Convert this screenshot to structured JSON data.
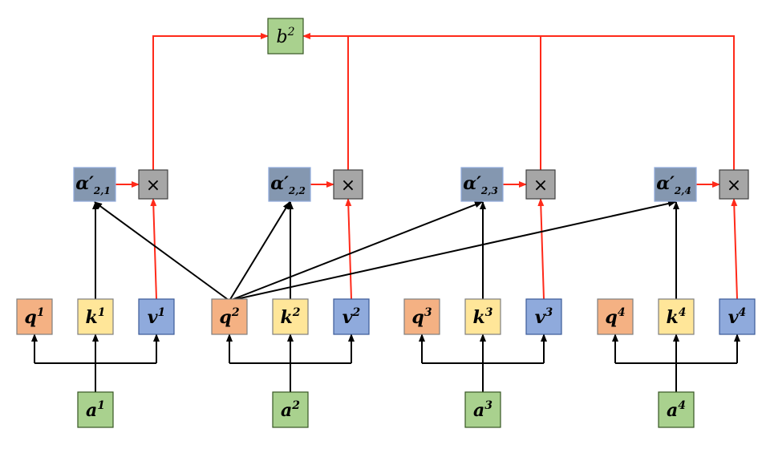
{
  "colors": {
    "q": "#F4B183",
    "k": "#FFE699",
    "v": "#8FAADC",
    "a": "#A9D18E",
    "b": "#A9D18E",
    "alpha": "#8497B0",
    "mult": "#A6A6A6",
    "red_arrow": "#FF2A1A",
    "black_arrow": "#000000"
  },
  "groups": [
    {
      "a": {
        "base": "a",
        "sup": "1"
      },
      "q": {
        "base": "q",
        "sup": "1"
      },
      "k": {
        "base": "k",
        "sup": "1"
      },
      "v": {
        "base": "v",
        "sup": "1"
      },
      "alpha": {
        "base": "α′",
        "sub": "2,1"
      },
      "mult": "×"
    },
    {
      "a": {
        "base": "a",
        "sup": "2"
      },
      "q": {
        "base": "q",
        "sup": "2"
      },
      "k": {
        "base": "k",
        "sup": "2"
      },
      "v": {
        "base": "v",
        "sup": "2"
      },
      "alpha": {
        "base": "α′",
        "sub": "2,2"
      },
      "mult": "×"
    },
    {
      "a": {
        "base": "a",
        "sup": "3"
      },
      "q": {
        "base": "q",
        "sup": "3"
      },
      "k": {
        "base": "k",
        "sup": "3"
      },
      "v": {
        "base": "v",
        "sup": "3"
      },
      "alpha": {
        "base": "α′",
        "sub": "2,3"
      },
      "mult": "×"
    },
    {
      "a": {
        "base": "a",
        "sup": "4"
      },
      "q": {
        "base": "q",
        "sup": "4"
      },
      "k": {
        "base": "k",
        "sup": "4"
      },
      "v": {
        "base": "v",
        "sup": "4"
      },
      "alpha": {
        "base": "α′",
        "sub": "2,4"
      },
      "mult": "×"
    }
  ],
  "output": {
    "base": "b",
    "sup": "2"
  }
}
